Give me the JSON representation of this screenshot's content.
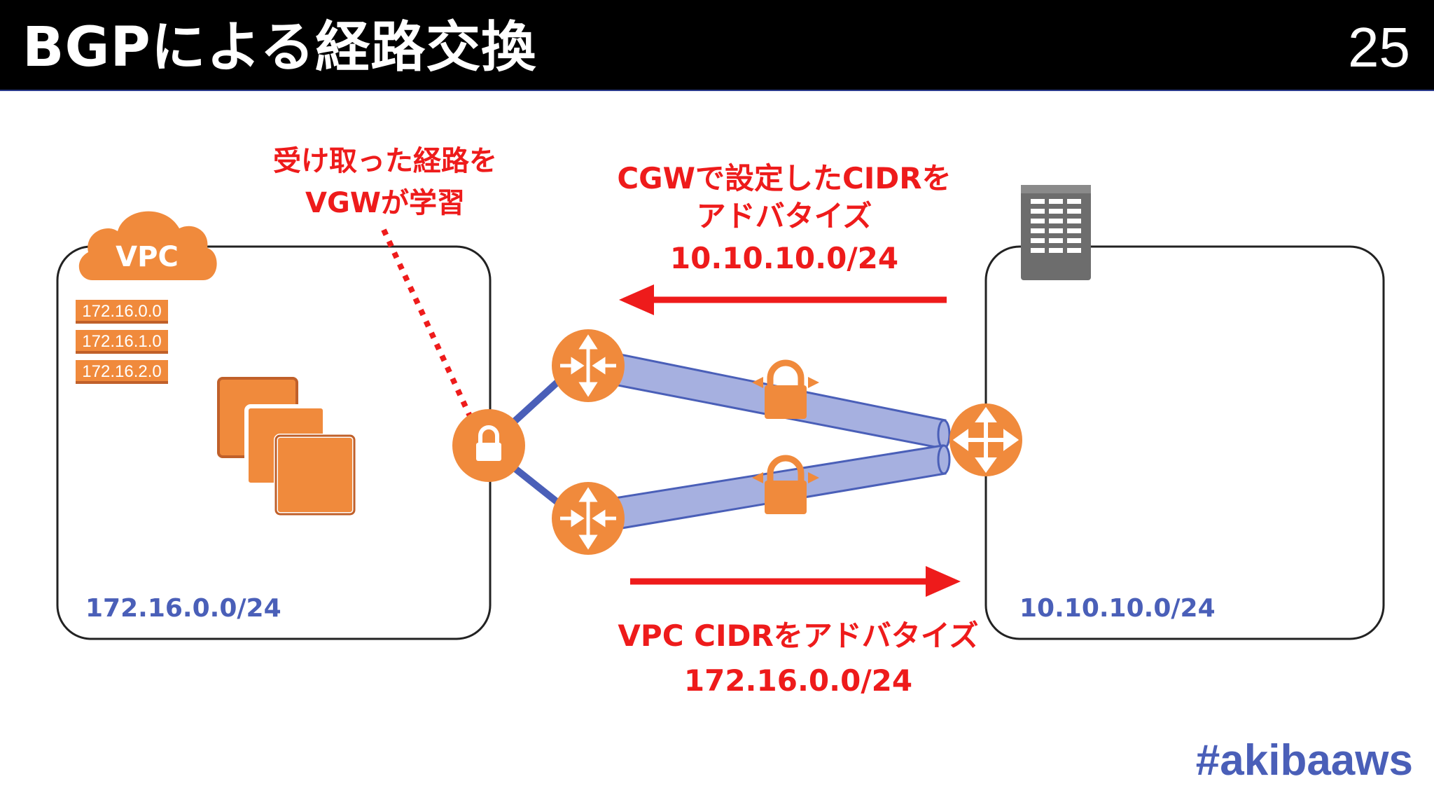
{
  "slide": {
    "title": "BGPによる経路交換",
    "page_number": "25",
    "hashtag": "#akibaaws"
  },
  "vpc": {
    "cloud_label": "VPC",
    "subnets": [
      "172.16.0.0",
      "172.16.1.0",
      "172.16.2.0"
    ],
    "cidr": "172.16.0.0/24"
  },
  "onprem": {
    "cidr": "10.10.10.0/24"
  },
  "notes": {
    "vgw_learn": [
      "受け取った経路を",
      "VGWが学習"
    ],
    "cgw_advertise": [
      "CGWで設定したCIDRを",
      "アドバタイズ",
      "10.10.10.0/24"
    ],
    "vpc_advertise": [
      "VPC CIDRをアドバタイズ",
      "172.16.0.0/24"
    ]
  },
  "colors": {
    "aws_orange": "#f08a3c",
    "annotation_red": "#ee1b1b",
    "link_blue": "#4a5fb8",
    "tunnel_fill": "#a6b0e0",
    "building_gray": "#6d6d6d"
  },
  "icons": [
    "vpc-cloud-icon",
    "ec2-instances-icon",
    "vgw-lock-icon",
    "router-icon",
    "cgw-router-icon",
    "padlock-icon",
    "datacenter-building-icon"
  ]
}
